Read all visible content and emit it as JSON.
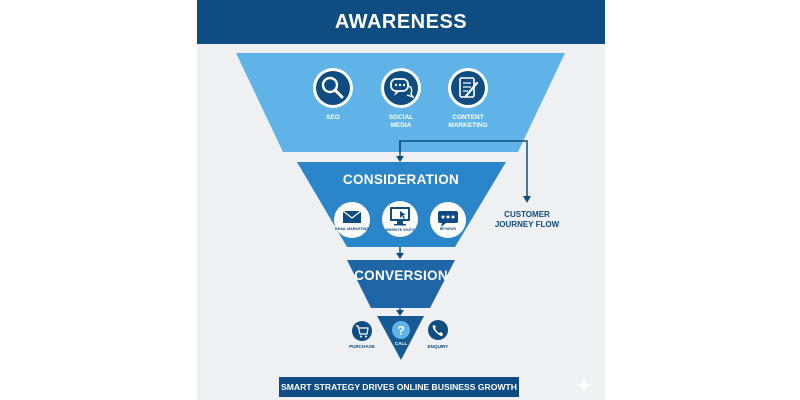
{
  "title": "AWARENESS",
  "awareness": {
    "items": [
      {
        "label_lines": [
          "SEO"
        ],
        "icon": "search-icon"
      },
      {
        "label_lines": [
          "SOCIAL",
          "MEDIA"
        ],
        "icon": "chat-bubbles-icon"
      },
      {
        "label_lines": [
          "CONTENT",
          "MARKETING"
        ],
        "icon": "document-pen-icon"
      }
    ]
  },
  "consideration": {
    "title": "CONSIDERATION",
    "items": [
      {
        "label": "EMAIL MARKETING",
        "icon": "envelope-icon"
      },
      {
        "label": "WEBSITE VISITS",
        "icon": "monitor-cursor-icon"
      },
      {
        "label": "REVIEWS",
        "icon": "review-bubble-icon"
      }
    ]
  },
  "conversion": {
    "title": "CONVERSION",
    "items": [
      {
        "label": "PURCHASE",
        "icon": "shopping-cart-icon"
      },
      {
        "label": "CALL",
        "icon": "question-icon"
      },
      {
        "label": "ENQUIRY",
        "icon": "phone-icon"
      }
    ]
  },
  "side_label": [
    "CUSTOMER",
    "JOURNEY FLOW"
  ],
  "footer": "SMART STRATEGY DRIVES ONLINE BUSINESS GROWTH",
  "colors": {
    "dark_blue": "#0f4c81",
    "awareness_blue": "#5fb3e6",
    "consideration_blue": "#2b86c9",
    "conversion_blue": "#1f66a6",
    "bottom_blue": "#165a94",
    "panel_bg": "#eef0f2"
  }
}
